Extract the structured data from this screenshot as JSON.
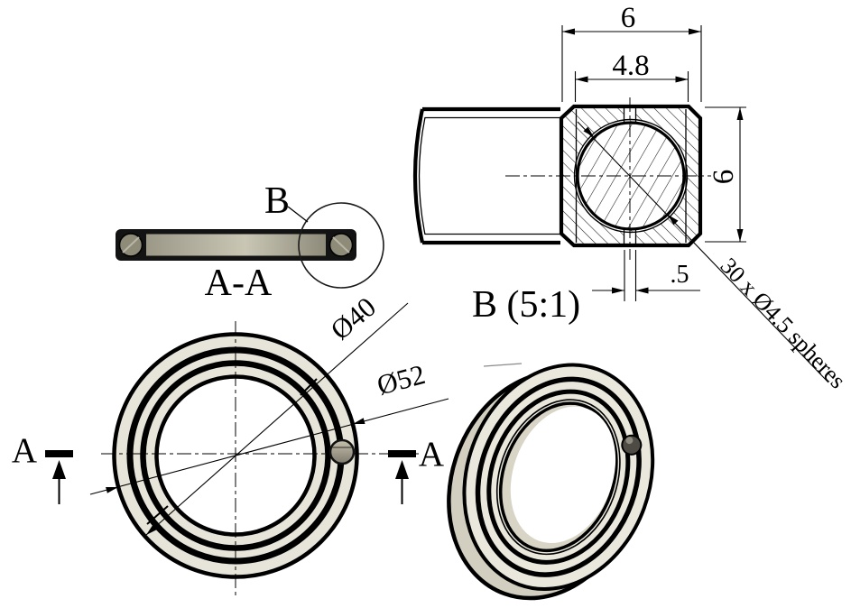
{
  "title": "Bearing cage technical drawing",
  "views": {
    "section": {
      "label": "A-A"
    },
    "detail": {
      "label": "B (5:1)",
      "ref_letter": "B"
    },
    "front": {
      "cut_letter_left": "A",
      "cut_letter_right": "A"
    },
    "isometric": {
      "label": ""
    }
  },
  "dims": {
    "width_outer": "6",
    "width_inner": "4.8",
    "height": "6",
    "slot": ".5",
    "spheres_note": "30 x Ø4.5 spheres",
    "bore": "Ø40",
    "outer": "Ø52"
  },
  "colors": {
    "ring_face": "#e7e5d9",
    "iso_face": "#eae8dc",
    "iso_side": "#d2cfc0",
    "iso_bore_wall": "#d8d5c6",
    "cage_dark": "#131313",
    "sphere_olive": "#8e8b79",
    "line": "#000000"
  }
}
